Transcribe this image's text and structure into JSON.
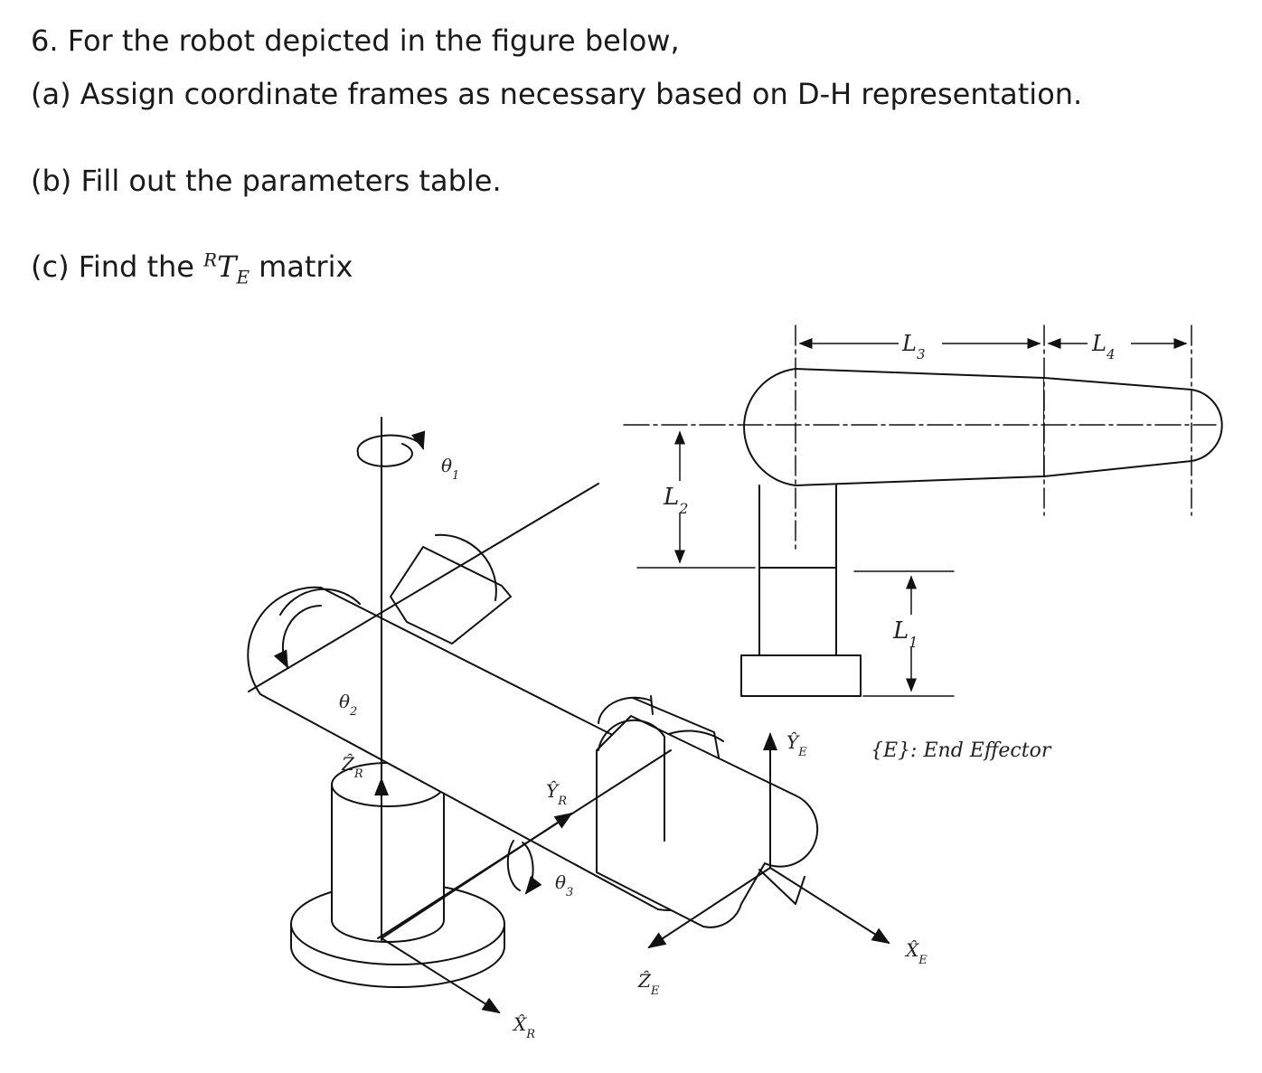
{
  "question": {
    "title": "6. For the robot depicted in the figure below,",
    "part_a": "(a) Assign coordinate frames as necessary based on D-H representation.",
    "part_b": "(b) Fill out the parameters table.",
    "part_c_prefix": "(c) Find the",
    "part_c_sup": "R",
    "part_c_base": "T",
    "part_c_sub": "E",
    "part_c_suffix": "matrix"
  },
  "figure": {
    "theta1": "θ",
    "theta1_sub": "1",
    "theta2": "θ",
    "theta2_sub": "2",
    "theta3": "θ",
    "theta3_sub": "3",
    "L1": "L",
    "L1_sub": "1",
    "L2": "L",
    "L2_sub": "2",
    "L3": "L",
    "L3_sub": "3",
    "L4": "L",
    "L4_sub": "4",
    "zR": "Ẑ",
    "zR_sub": "R",
    "yR": "Ŷ",
    "yR_sub": "R",
    "xR": "X̂",
    "xR_sub": "R",
    "yE": "Ŷ",
    "yE_sub": "E",
    "xE": "X̂",
    "xE_sub": "E",
    "zE": "Ẑ",
    "zE_sub": "E",
    "end_effector_label": "{E}: End Effector"
  }
}
